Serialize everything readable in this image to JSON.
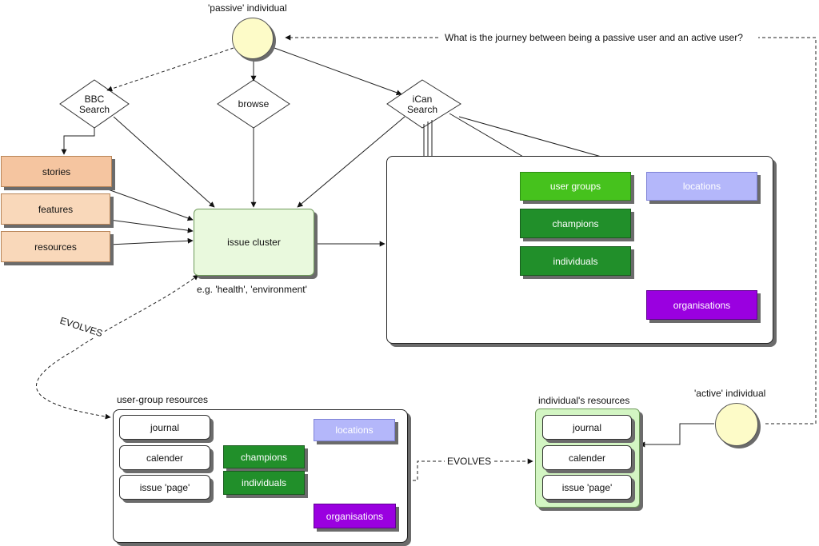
{
  "nodes": {
    "passive_individual": "'passive' individual",
    "active_individual": "'active' individual",
    "bbc_search": [
      "BBC",
      "Search"
    ],
    "browse": "browse",
    "ican_search": [
      "iCan",
      "Search"
    ],
    "stories": "stories",
    "features": "features",
    "resources": "resources",
    "issue_cluster": "issue cluster",
    "issue_example": "e.g. 'health', 'environment'",
    "user_groups": "user groups",
    "locations": "locations",
    "champions": "champions",
    "individuals": "individuals",
    "organisations": "organisations"
  },
  "labels": {
    "journey_question": "What is the journey between being a passive user and an active user?",
    "evolves_left": "EVOLVES",
    "evolves_bottom": "EVOLVES"
  },
  "user_group_resources": {
    "title": "user-group resources",
    "items": [
      "journal",
      "calender",
      "issue 'page'"
    ],
    "locations": "locations",
    "champions": "champions",
    "individuals": "individuals",
    "organisations": "organisations"
  },
  "individual_resources": {
    "title": "individual's resources",
    "items": [
      "journal",
      "calender",
      "issue 'page'"
    ]
  },
  "colors": {
    "orange": "#f9d8ba",
    "dark_green": "#218f2a",
    "light_green": "#46c21d",
    "lavender": "#b4b7fa",
    "purple": "#9a00e0",
    "cluster_green": "#e9f9dd",
    "circle_yellow": "#fdfbc8"
  }
}
